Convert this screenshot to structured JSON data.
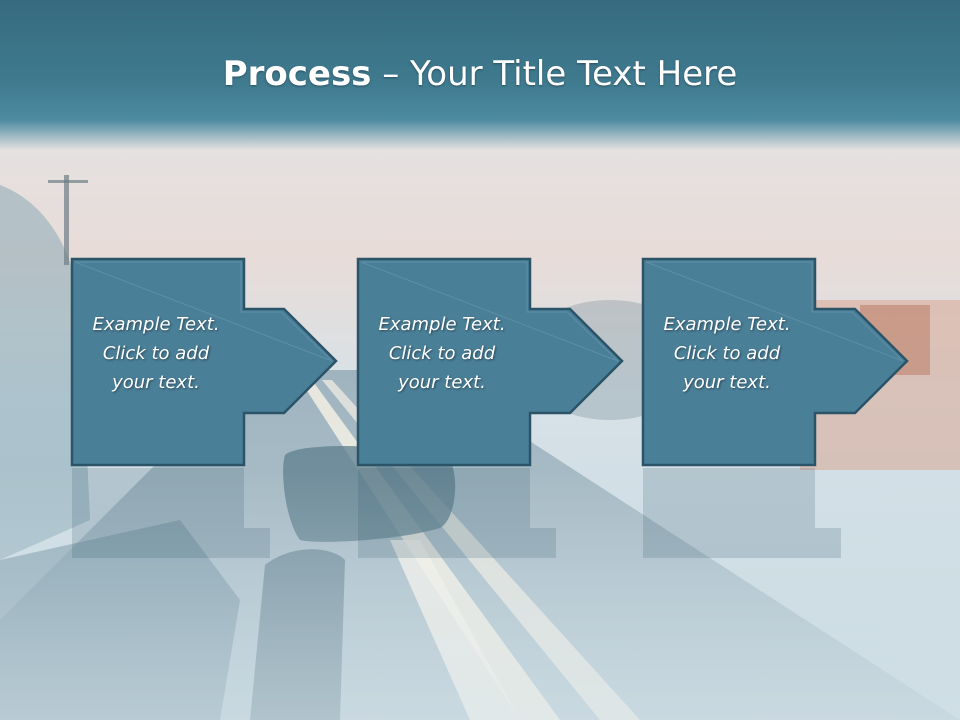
{
  "slide": {
    "title_bold": "Process",
    "title_rest": " – Your Title Text Here"
  },
  "steps": [
    {
      "line1": "Example Text.",
      "line2": "Click  to add",
      "line3": "your text."
    },
    {
      "line1": "Example Text.",
      "line2": "Click  to add",
      "line3": "your text."
    },
    {
      "line1": "Example Text.",
      "line2": "Click  to add",
      "line3": "your text."
    }
  ],
  "colors": {
    "title_band": "#3f7a8f",
    "box_fill": "#4a7f98",
    "box_border": "#2c5468",
    "text": "#ffffff"
  },
  "icons": {
    "step_shape": "box-with-right-arrow"
  }
}
